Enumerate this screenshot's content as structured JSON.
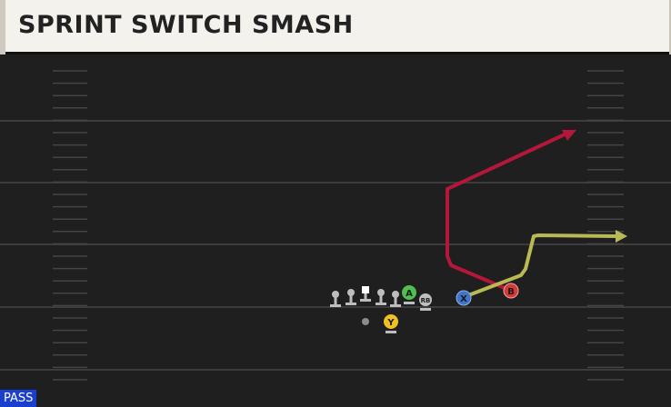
{
  "play": {
    "title": "SPRINT SWITCH SMASH",
    "type_badge": "PASS"
  },
  "players": {
    "a": "A",
    "rb": "RB",
    "x": "X",
    "b": "B",
    "y": "Y"
  },
  "routes": {
    "red_color": "#b5173a",
    "yellow_color": "#b9ba55"
  },
  "colors": {
    "field": "#1f1f1f",
    "yard_lines": "#3c3c3c",
    "hash_marks": "#444444",
    "header_bg": "#f4f2ec",
    "badge_bg": "#1a3fcf",
    "x_circle": "#3f74c9",
    "b_circle": "#d43a3a",
    "a_circle": "#4fc04f",
    "y_circle": "#f0c020",
    "rb_circle": "#bfbfbf"
  }
}
